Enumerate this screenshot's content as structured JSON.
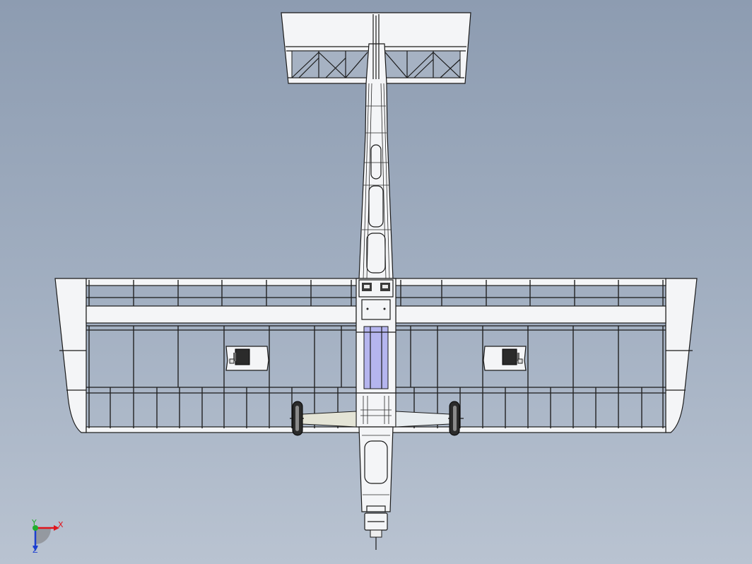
{
  "triad": {
    "x_label": "X",
    "y_label": "Y",
    "z_label": "Z",
    "x_color": "#e0141c",
    "y_color": "#1fae2d",
    "z_color": "#1c3fd0"
  },
  "colors": {
    "background_top": "#8d9cb1",
    "background_bottom": "#b9c3d1",
    "skin": "#f4f5f7",
    "servo_bay": "#b5b5ee",
    "tire": "#2b2b2b"
  },
  "icons": [
    "view-triad-icon",
    "servo-icon",
    "wheel-icon",
    "motor-icon"
  ]
}
